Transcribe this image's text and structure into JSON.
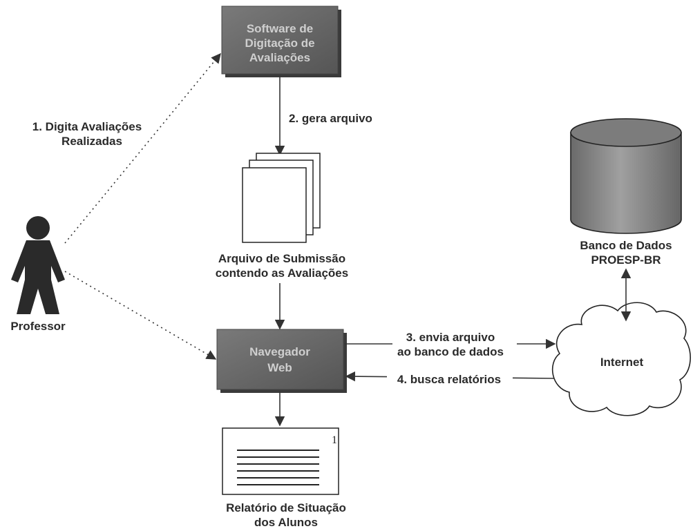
{
  "nodes": {
    "software": {
      "line1": "Software de",
      "line2": "Digitação de",
      "line3": "Avaliações"
    },
    "arquivo": {
      "line1": "Arquivo de Submissão",
      "line2": "contendo as Avaliações"
    },
    "navegador": {
      "line1": "Navegador",
      "line2": "Web"
    },
    "relatorio": {
      "line1": "Relatório de Situação",
      "line2": "dos Alunos",
      "page_number": "1"
    },
    "banco": {
      "line1": "Banco de Dados",
      "line2": "PROESP-BR"
    },
    "internet": {
      "label": "Internet"
    },
    "professor": {
      "label": "Professor"
    }
  },
  "edges": {
    "digita": {
      "line1": "1. Digita Avaliações",
      "line2": "Realizadas"
    },
    "gera": {
      "label": "2. gera arquivo"
    },
    "envia": {
      "line1": "3. envia arquivo",
      "line2": "ao banco de dados"
    },
    "busca": {
      "label": "4. busca relatórios"
    }
  },
  "colors": {
    "box_fill": "#6e6e6e",
    "box_label": "#cfcfcf",
    "cylinder_fill": "#8a8a8a",
    "text": "#2a2a2a",
    "line": "#333333"
  }
}
